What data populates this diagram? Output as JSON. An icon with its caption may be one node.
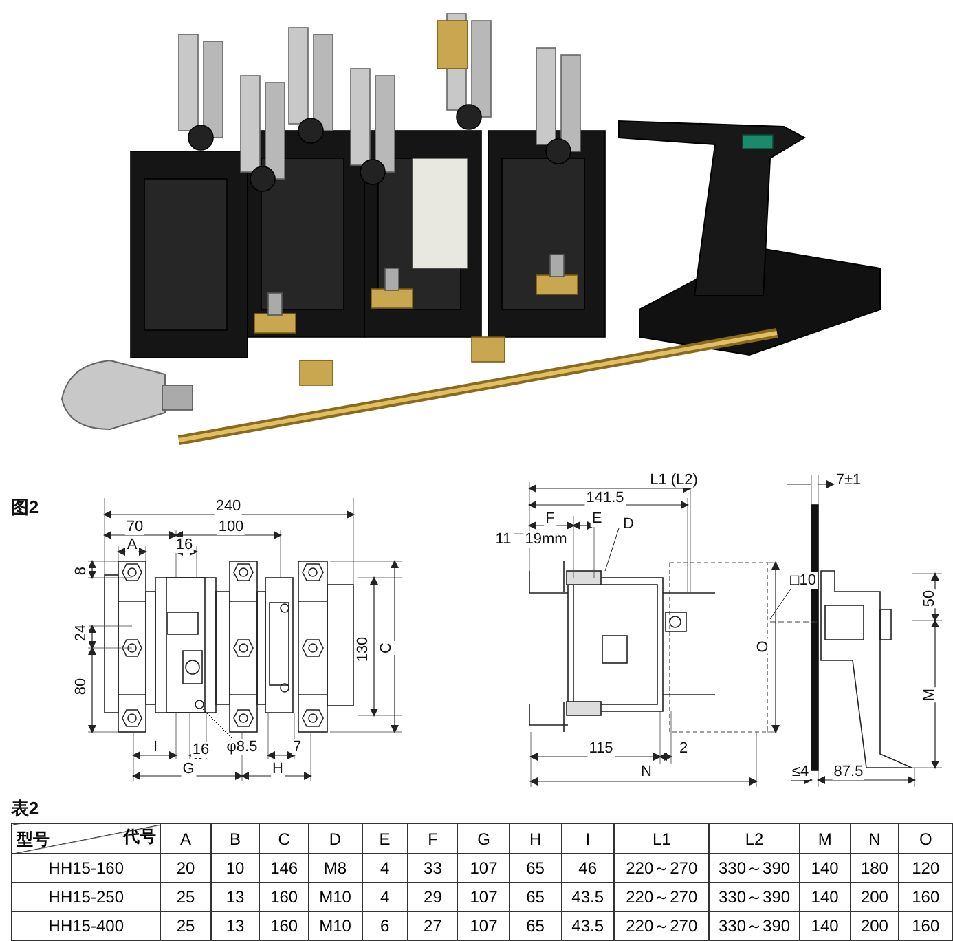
{
  "diagram": {
    "labels": [
      "图2",
      "240",
      "70",
      "100",
      "A",
      "16",
      "8",
      "24",
      "80",
      "130",
      "C",
      "I",
      "16",
      "φ8.5",
      "7",
      "G",
      "H",
      "L1 (L2)",
      "141.5",
      "7±1",
      "F",
      "E",
      "D",
      "11",
      "19mm",
      "□10",
      "50",
      "O",
      "M",
      "115",
      "2",
      "N",
      "≤4",
      "87.5",
      "表2",
      "型号",
      "代号",
      "A",
      "B",
      "C",
      "D",
      "E",
      "F",
      "G",
      "H",
      "I",
      "L1",
      "L2",
      "M",
      "N",
      "O",
      "HH15-160",
      "20",
      "10",
      "146",
      "M8",
      "4",
      "33",
      "107",
      "65",
      "46",
      "220～270",
      "330～390",
      "140",
      "180",
      "120",
      "HH15-250",
      "25",
      "13",
      "160",
      "M10",
      "4",
      "29",
      "107",
      "65",
      "43.5",
      "220～270",
      "330～390",
      "140",
      "200",
      "160",
      "HH15-400",
      "25",
      "13",
      "160",
      "M10",
      "6",
      "27",
      "107",
      "65",
      "43.5",
      "220～270",
      "330～390",
      "140",
      "200",
      "160"
    ]
  }
}
